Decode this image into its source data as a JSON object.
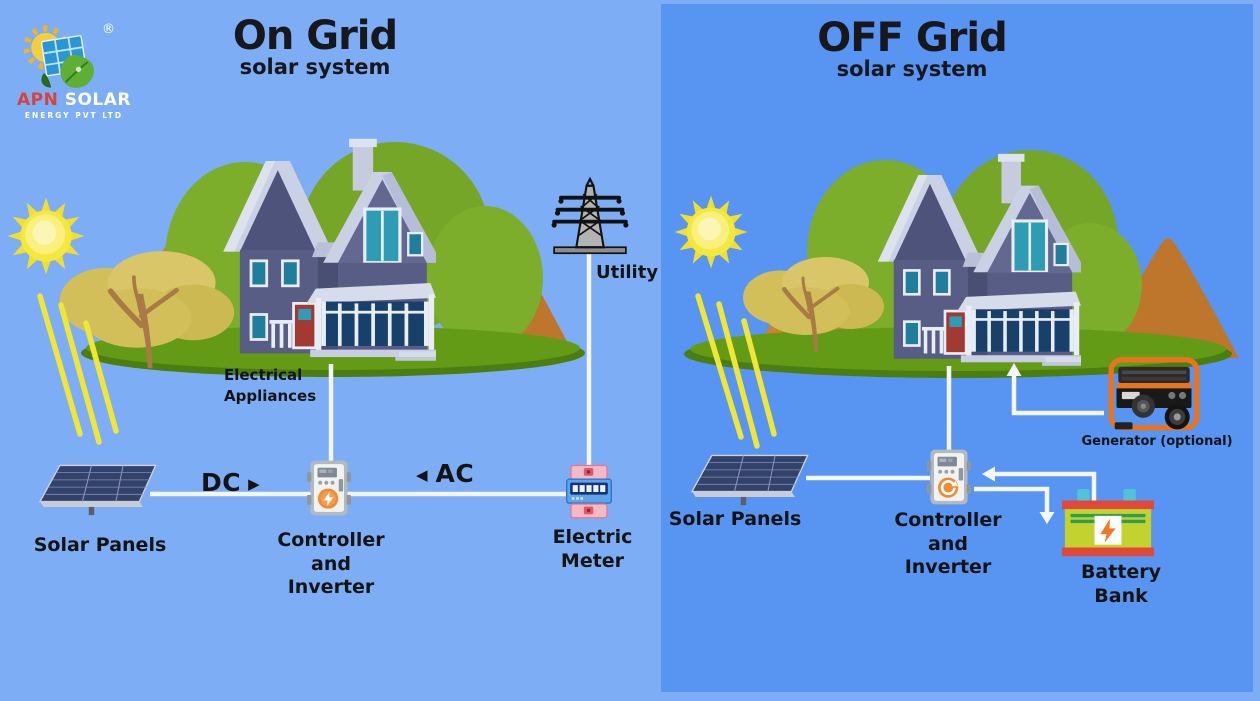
{
  "brand": {
    "name_primary": "APN",
    "name_secondary": "SOLAR",
    "tagline": "ENERGY PVT LTD",
    "registered_mark": "®"
  },
  "on_grid": {
    "title": "On Grid",
    "subtitle": "solar system",
    "electrical_appliances_line1": "Electrical",
    "electrical_appliances_line2": "Appliances",
    "utility_label": "Utility",
    "dc_label": "DC",
    "dc_arrow_glyph": "▶",
    "ac_arrow_glyph": "◀",
    "ac_label": "AC",
    "solar_panels_label": "Solar Panels",
    "controller_line1": "Controller",
    "controller_line2": "and",
    "controller_line3": "Inverter",
    "electric_meter_label": "Electric Meter"
  },
  "off_grid": {
    "title": "OFF Grid",
    "subtitle": "solar system",
    "solar_panels_label": "Solar Panels",
    "controller_line1": "Controller",
    "controller_line2": "and",
    "controller_line3": "Inverter",
    "battery_bank_label": "Battery Bank",
    "generator_label": "Generator (optional)"
  },
  "colors": {
    "on_grid_background": "#7dadf5",
    "off_grid_background": "#5894f2",
    "wire_white": "#f4f6f9",
    "label_text": "#141414",
    "brand_red": "#d8423a",
    "brand_white": "#ffffff",
    "sun_yellow": "#f5e83c",
    "ground_green": "#639b17",
    "mountain_brown": "#bd762c",
    "house_wall": "#585d86",
    "roof_grey": "#cbd1e4",
    "controller_accent_orange": "#f08a35",
    "battery_body_green": "#c3d22f",
    "battery_stripe_red": "#e04838",
    "meter_pink": "#f3b9c5",
    "meter_display_navy": "#16327c"
  }
}
